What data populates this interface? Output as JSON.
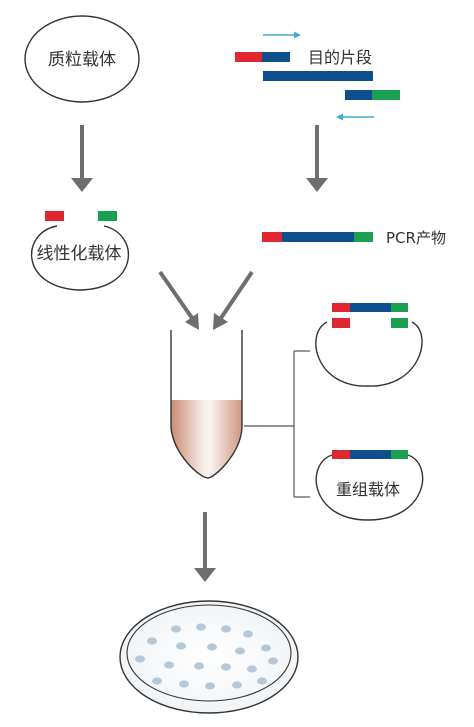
{
  "labels": {
    "plasmid_vector": "质粒载体",
    "target_fragment": "目的片段",
    "linearized_vector": "线性化载体",
    "pcr_product": "PCR产物",
    "recombinant_vector": "重组载体"
  },
  "colors": {
    "red": "#e0262f",
    "blue": "#0d4e8c",
    "green": "#1ba052",
    "arrow_gray": "#6e6e6e",
    "primer_cyan": "#3ea9d9",
    "outline": "#333333",
    "colony": "#b6c8d8"
  }
}
